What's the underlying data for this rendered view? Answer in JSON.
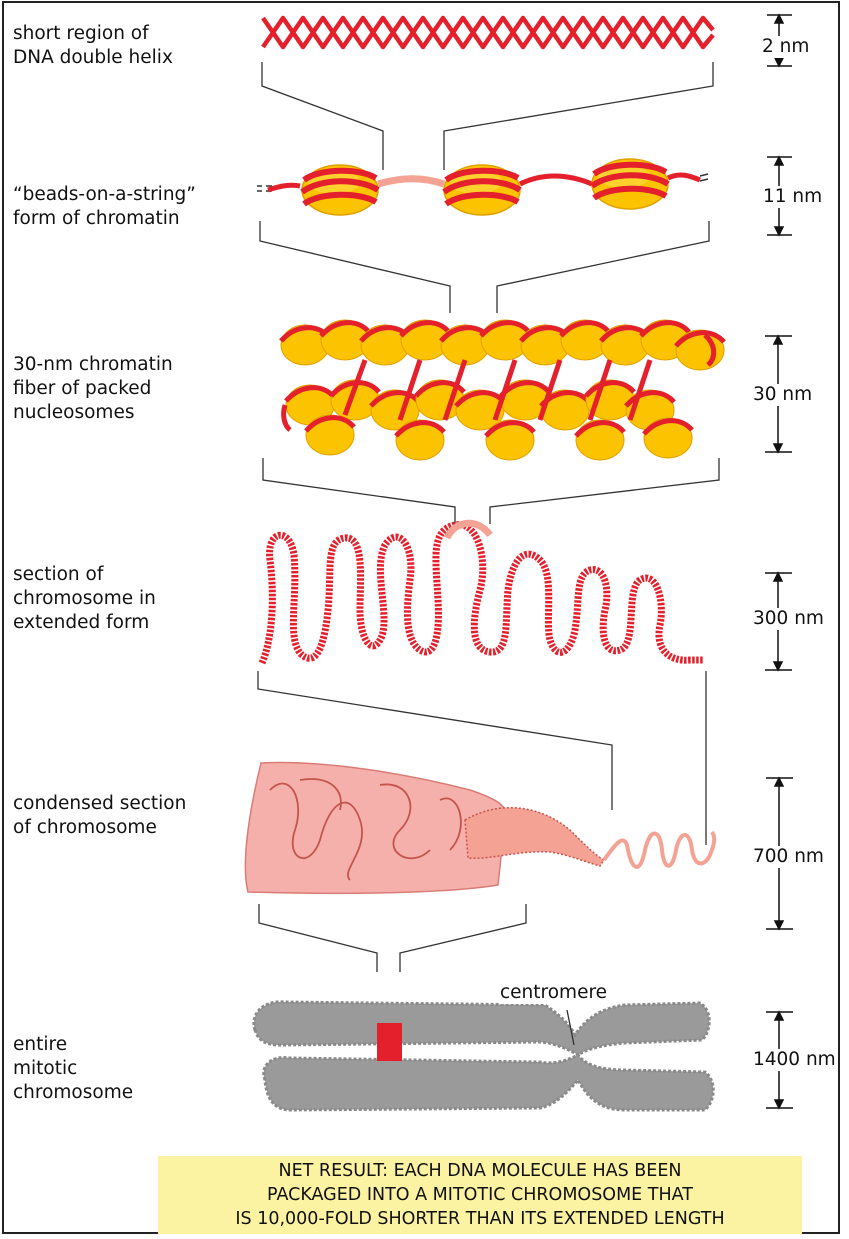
{
  "levels": [
    {
      "label": "short region of\nDNA double helix",
      "size": "2 nm"
    },
    {
      "label": "“beads-on-a-string”\nform of chromatin",
      "size": "11 nm"
    },
    {
      "label": "30-nm chromatin\nfiber of packed\nnucleosomes",
      "size": "30 nm"
    },
    {
      "label": "section of\nchromosome in\nextended form",
      "size": "300 nm"
    },
    {
      "label": "condensed section\nof chromosome",
      "size": "700 nm"
    },
    {
      "label": "entire\nmitotic\nchromosome",
      "size": "1400 nm"
    }
  ],
  "centromere_label": "centromere",
  "net_result": [
    "NET RESULT: EACH DNA MOLECULE HAS BEEN",
    "PACKAGED INTO A MITOTIC CHROMOSOME THAT",
    "IS 10,000-FOLD SHORTER THAN ITS EXTENDED LENGTH"
  ],
  "colors": {
    "dna_red": "#e3202b",
    "histone_yellow": "#fcc300",
    "linker_pink": "#f3a294",
    "condensed_pink": "#f6b0ab",
    "chromosome_gray": "#9a9a9a",
    "result_bg": "#fbf3a1"
  }
}
